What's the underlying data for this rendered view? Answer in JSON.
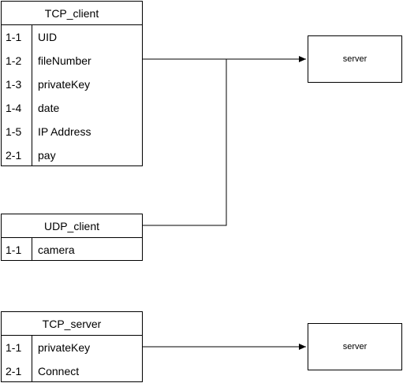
{
  "colors": {
    "stroke": "#000000",
    "fill": "#ffffff",
    "text": "#000000"
  },
  "tables": [
    {
      "title": "TCP_client",
      "rows": [
        {
          "key": "1-1",
          "value": "UID"
        },
        {
          "key": "1-2",
          "value": "fileNumber"
        },
        {
          "key": "1-3",
          "value": "privateKey"
        },
        {
          "key": "1-4",
          "value": "date"
        },
        {
          "key": "1-5",
          "value": "IP Address"
        },
        {
          "key": "2-1",
          "value": "pay"
        }
      ]
    },
    {
      "title": "UDP_client",
      "rows": [
        {
          "key": "1-1",
          "value": "camera"
        }
      ]
    },
    {
      "title": "TCP_server",
      "rows": [
        {
          "key": "1-1",
          "value": "privateKey"
        },
        {
          "key": "2-1",
          "value": "Connect"
        }
      ]
    }
  ],
  "servers": [
    {
      "label": "server"
    },
    {
      "label": "server"
    }
  ]
}
